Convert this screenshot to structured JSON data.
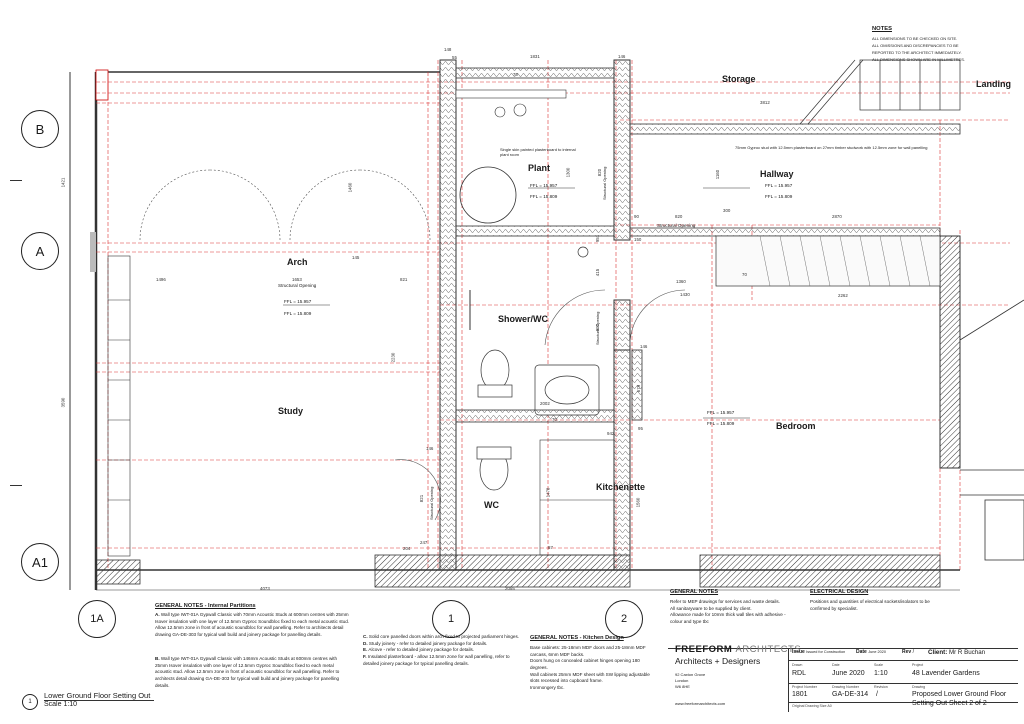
{
  "notes_top": {
    "heading": "NOTES",
    "lines": [
      "ALL DIMENSIONS TO BE CHECKED ON SITE.",
      "ALL OMISSIONS AND DISCREPANCIES TO BE",
      "REPORTED TO THE ARCHITECT IMMEDIATELY.",
      "ALL DIMENSIONS SHOWN ARE IN MILLIMETRES."
    ]
  },
  "grid": {
    "b": "B",
    "a": "A",
    "a1": "A1"
  },
  "section_markers": {
    "m1a": "1A",
    "m1": "1",
    "m2": "2"
  },
  "rooms": {
    "storage": "Storage",
    "landing": "Landing",
    "plant": "Plant",
    "hallway": "Hallway",
    "arch": "Arch",
    "shower": "Shower/WC",
    "study": "Study",
    "bedroom": "Bedroom",
    "kitchenette": "Kitchenette",
    "wc": "WC"
  },
  "plan_text": {
    "structural_opening": "Structural Opening",
    "ffl1": "FFL = 15.957",
    "ffl2": "FFL = 15.809",
    "plant_note": "Single skin painted plasterboard to internal plant room",
    "hallway_note": "75mm Gyproc stud with 12.5mm plasterboard on 27mm timber studwork with 12.5mm zone for wall panelling"
  },
  "dims": {
    "d148": "148",
    "d55": "55",
    "d1831": "1831",
    "d146a": "146",
    "d70a": "70",
    "d3812": "3812",
    "d1421": "1421",
    "d3590": "3590",
    "d1460": "1460",
    "d1653": "1653",
    "d1496": "1496",
    "d821a": "821",
    "d145": "145",
    "d2230": "2230",
    "d1300": "1300",
    "d820a": "820",
    "d1160": "1160",
    "d820b": "820",
    "d300": "300",
    "d2870": "2870",
    "d90": "90",
    "d150": "150",
    "d951": "951",
    "d415": "415",
    "d1360": "1360",
    "d1430": "1430",
    "d2262": "2262",
    "d70b": "70",
    "d820c": "820",
    "d146b": "146",
    "d2002": "2002",
    "d70c": "70",
    "d942": "942",
    "d95": "95",
    "d679": "679",
    "d1478": "1478",
    "d1560": "1560",
    "d821b": "821",
    "d4073": "4073",
    "d2055": "2055",
    "d146c": "146",
    "d87": "87",
    "d247": "247",
    "d204": "204"
  },
  "drawing_label": {
    "number": "1",
    "title": "Lower Ground Floor Setting Out",
    "scale": "Scale 1:10"
  },
  "notes_partitions": {
    "heading": "GENERAL NOTES - Internal Partitions",
    "a_key": "A.",
    "a_text": "Wall type IWT-01A Gypwall Classic with 70mm Acoustic Studs at 600mm centres with 25mm Isover insulation with one layer of 12.5mm Gyproc Soundbloc fixed to each metal acoustic stud. Allow 12.5mm zone in front of acoustic soundbloc for wall panelling. Refer to architects detail drawing GA-DE-303 for typical wall build and joinery package for panelling details.",
    "b_key": "B.",
    "b_text": "Wall type IWT-01A Gypwall Classic with 146mm Acoustic Studs at 600mm centres with 25mm Isover insulation with one layer of 12.5mm Gyproc Soundbloc fixed to each metal acoustic stud. Allow 12.5mm zone in front of acoustic soundbloc for wall panelling. Refer to architects detail drawing GA-DE-303 for typical wall build and joinery package for panelling details."
  },
  "notes_doors": [
    {
      "key": "C.",
      "text": "Solid core panelled doors within arch fixed to projected parliament hinges."
    },
    {
      "key": "D.",
      "text": "Study joinery - refer to detailed joinery package for details."
    },
    {
      "key": "E.",
      "text": "Alcove - refer to detailed joinery package for details."
    },
    {
      "key": "F.",
      "text": "Insulated plasterboard - allow 12.5mm zone for wall panelling, refer to detailed joinery package for typical panelling details."
    }
  ],
  "notes_kitchen": {
    "heading": "GENERAL NOTES - Kitchen Design",
    "lines": [
      "Base cabinets: 25-18mm MDF doors and 25-18mm MDF",
      "carcass, 6mm MDF backs.",
      "Doors hung on concealed cabinet hinges opening 180",
      "degrees.",
      "Wall cabinets 25mm MDF sheet with SW lipping adjustable",
      "slots recessed into cupboard frame.",
      "Ironmongery tbc."
    ]
  },
  "notes_general": {
    "heading": "GENERAL NOTES",
    "lines": [
      "Refer to MEP drawings for services and waste details.",
      "All sanitaryware to be supplied by client.",
      "Allowance made for 10mm thick wall tiles with adhesive -",
      "colour and type tbc"
    ]
  },
  "notes_electrical": {
    "heading": "ELECTRICAL DESIGN",
    "lines": [
      "Positions and quantities of electrical sockets/isolators to be",
      "confirmed by specialist."
    ]
  },
  "title_block": {
    "firm_a": "FREEFORM",
    "firm_b": "ARCHITECTS",
    "tagline": "Architects + Designers",
    "address": [
      "92 Caxton Grove",
      "London",
      "W6 8HE"
    ],
    "website": "www.freeformarchitects.com",
    "issue_label": "Issue",
    "issue_value": "Issued for Construction",
    "date_label": "Date",
    "date_value": "June 2020",
    "rev_label": "Rev",
    "rev_value": "/",
    "client_label": "Client:",
    "client_value": "Mr R Buchan",
    "drawn_label": "Drawn",
    "drawn_value": "RDL",
    "dated_label": "Date",
    "dated_value": "June 2020",
    "scale_label": "Scale",
    "scale_value": "1:10",
    "project_label": "Project",
    "project_value": "48 Lavender Gardens",
    "projnum_label": "Project Number",
    "projnum_value": "1801",
    "drawnum_label": "Drawing Number",
    "drawnum_value": "GA-DE-314",
    "revision_label": "Revision",
    "revision_value": "/",
    "drawing_label": "Drawing",
    "drawing_value_1": "Proposed Lower Ground Floor",
    "drawing_value_2": "Setting Out Sheet 2 of 2",
    "original_size": "Original Drawing Size A0"
  }
}
